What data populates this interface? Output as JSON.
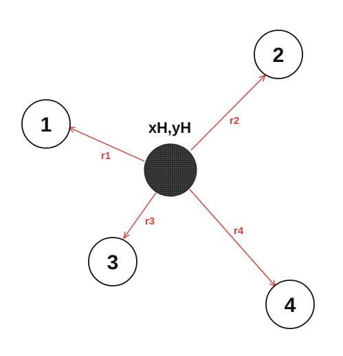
{
  "center": {
    "label": "xH,yH",
    "fill": "#3b3b3b"
  },
  "nodes": [
    {
      "id": "1",
      "label": "1"
    },
    {
      "id": "2",
      "label": "2"
    },
    {
      "id": "3",
      "label": "3"
    },
    {
      "id": "4",
      "label": "4"
    }
  ],
  "edges": [
    {
      "label": "r1",
      "to": "1"
    },
    {
      "label": "r2",
      "to": "2"
    },
    {
      "label": "r3",
      "to": "3"
    },
    {
      "label": "r4",
      "to": "4"
    }
  ],
  "colors": {
    "arrow": "#e0403a",
    "node_stroke": "#111111",
    "background": "#ffffff"
  }
}
